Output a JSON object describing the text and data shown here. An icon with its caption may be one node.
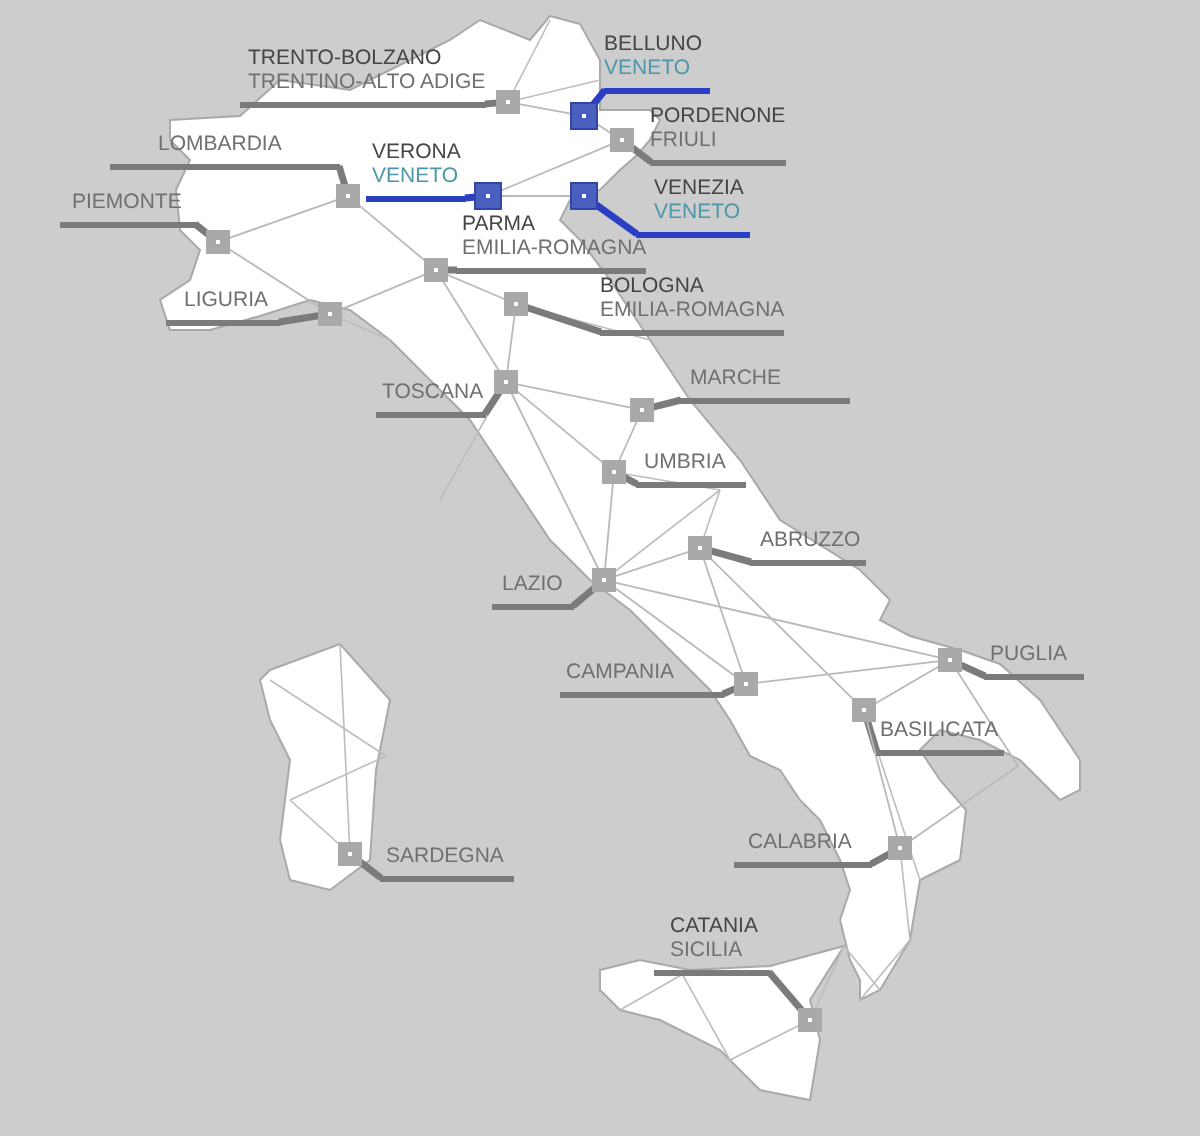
{
  "diagram": {
    "nodes": [
      {
        "text": [
          "TRENTO-BOLZANO",
          "TRENTINO-ALTO ADIGE"
        ]
      },
      {
        "text": [],
        "shape": "box"
      },
      {
        "text": [
          "BELLUNO",
          "VENETO"
        ]
      },
      {
        "text": [],
        "shape": "box"
      },
      {
        "text": [
          "PORDENONE",
          "FRIULI"
        ]
      },
      {
        "text": [],
        "shape": "box"
      },
      {
        "text": [
          "LOMBARDIA"
        ]
      },
      {
        "text": [],
        "shape": "box"
      },
      {
        "text": [
          "VERONA",
          "VENETO"
        ]
      },
      {
        "text": [],
        "shape": "box"
      },
      {
        "text": [
          "VENEZIA",
          "VENETO"
        ]
      },
      {
        "text": [],
        "shape": "box"
      },
      {
        "text": [
          "PIEMONTE"
        ]
      },
      {
        "text": [],
        "shape": "box"
      },
      {
        "text": [
          "PARMA",
          "EMILIA-ROMAGNA"
        ]
      },
      {
        "text": [],
        "shape": "box"
      },
      {
        "text": [
          "LIGURIA"
        ]
      },
      {
        "text": [],
        "shape": "box"
      },
      {
        "text": [
          "BOLOGNA",
          "EMILIA-ROMAGNA"
        ]
      },
      {
        "text": [],
        "shape": "box"
      },
      {
        "text": [
          "TOSCANA"
        ]
      },
      {
        "text": [],
        "shape": "box"
      },
      {
        "text": [
          "MARCHE"
        ]
      },
      {
        "text": [],
        "shape": "box"
      },
      {
        "text": [
          "UMBRIA"
        ]
      },
      {
        "text": [],
        "shape": "box"
      },
      {
        "text": [
          "ABRUZZO"
        ]
      },
      {
        "text": [],
        "shape": "box"
      },
      {
        "text": [
          "LAZIO"
        ]
      },
      {
        "text": [],
        "shape": "box"
      },
      {
        "text": [
          "CAMPANIA"
        ]
      },
      {
        "text": [],
        "shape": "box"
      },
      {
        "text": [
          "PUGLIA"
        ]
      },
      {
        "text": [],
        "shape": "box"
      },
      {
        "text": [
          "BASILICATA"
        ]
      },
      {
        "text": [],
        "shape": "box"
      },
      {
        "text": [
          "CALABRIA"
        ]
      },
      {
        "text": [],
        "shape": "box"
      },
      {
        "text": [
          "SARDEGNA"
        ]
      },
      {
        "text": [],
        "shape": "box"
      },
      {
        "text": [
          "CATANIA",
          "SICILIA"
        ]
      },
      {
        "text": [],
        "shape": "box"
      }
    ],
    "edges": [
      {
        "from": 0,
        "to": 1,
        "arrow": "none",
        "style": "thick"
      },
      {
        "from": 2,
        "to": 3,
        "arrow": "none",
        "style": "thick",
        "color": "#2b3fc4"
      },
      {
        "from": 4,
        "to": 5,
        "arrow": "none",
        "style": "thick"
      },
      {
        "from": 6,
        "to": 7,
        "arrow": "none",
        "style": "thick"
      },
      {
        "from": 8,
        "to": 9,
        "arrow": "none",
        "style": "thick",
        "color": "#2b3fc4"
      },
      {
        "from": 10,
        "to": 11,
        "arrow": "none",
        "style": "thick",
        "color": "#2b3fc4"
      },
      {
        "from": 12,
        "to": 13,
        "arrow": "none",
        "style": "thick"
      },
      {
        "from": 14,
        "to": 15,
        "arrow": "none",
        "style": "thick"
      },
      {
        "from": 16,
        "to": 17,
        "arrow": "none",
        "style": "thick"
      },
      {
        "from": 18,
        "to": 19,
        "arrow": "none",
        "style": "thick"
      },
      {
        "from": 20,
        "to": 21,
        "arrow": "none",
        "style": "thick"
      },
      {
        "from": 22,
        "to": 23,
        "arrow": "none",
        "style": "thick"
      },
      {
        "from": 24,
        "to": 25,
        "arrow": "none",
        "style": "thick"
      },
      {
        "from": 26,
        "to": 27,
        "arrow": "none",
        "style": "thick"
      },
      {
        "from": 28,
        "to": 29,
        "arrow": "none",
        "style": "thick"
      },
      {
        "from": 30,
        "to": 31,
        "arrow": "none",
        "style": "thick"
      },
      {
        "from": 32,
        "to": 33,
        "arrow": "none",
        "style": "thick"
      },
      {
        "from": 34,
        "to": 35,
        "arrow": "none",
        "style": "thick"
      },
      {
        "from": 36,
        "to": 37,
        "arrow": "none",
        "style": "thick"
      },
      {
        "from": 38,
        "to": 39,
        "arrow": "none",
        "style": "thick"
      },
      {
        "from": 40,
        "to": 41,
        "arrow": "none",
        "style": "thick"
      },
      {
        "from": 1,
        "to": 3,
        "arrow": "none",
        "color": "#b9b9b9"
      },
      {
        "from": 3,
        "to": 5,
        "arrow": "none",
        "color": "#b9b9b9"
      },
      {
        "from": 9,
        "to": 5,
        "arrow": "none",
        "color": "#b9b9b9"
      },
      {
        "from": 9,
        "to": 11,
        "arrow": "none",
        "color": "#b9b9b9"
      },
      {
        "from": 7,
        "to": 13,
        "arrow": "none",
        "color": "#b9b9b9"
      },
      {
        "from": 7,
        "to": 15,
        "arrow": "none",
        "color": "#b9b9b9"
      },
      {
        "from": 13,
        "to": 17,
        "arrow": "none",
        "color": "#b9b9b9"
      },
      {
        "from": 17,
        "to": 15,
        "arrow": "none",
        "color": "#b9b9b9"
      },
      {
        "from": 15,
        "to": 19,
        "arrow": "none",
        "color": "#b9b9b9"
      },
      {
        "from": 15,
        "to": 21,
        "arrow": "none",
        "color": "#b9b9b9"
      },
      {
        "from": 19,
        "to": 21,
        "arrow": "none",
        "color": "#b9b9b9"
      },
      {
        "from": 21,
        "to": 23,
        "arrow": "none",
        "color": "#b9b9b9"
      },
      {
        "from": 21,
        "to": 25,
        "arrow": "none",
        "color": "#b9b9b9"
      },
      {
        "from": 21,
        "to": 29,
        "arrow": "none",
        "color": "#b9b9b9"
      },
      {
        "from": 23,
        "to": 25,
        "arrow": "none",
        "color": "#b9b9b9"
      },
      {
        "from": 25,
        "to": 29,
        "arrow": "none",
        "color": "#b9b9b9"
      },
      {
        "from": 29,
        "to": 27,
        "arrow": "none",
        "color": "#b9b9b9"
      },
      {
        "from": 29,
        "to": 31,
        "arrow": "none",
        "color": "#b9b9b9"
      },
      {
        "from": 29,
        "to": 33,
        "arrow": "none",
        "color": "#b9b9b9"
      },
      {
        "from": 27,
        "to": 31,
        "arrow": "none",
        "color": "#b9b9b9"
      },
      {
        "from": 27,
        "to": 35,
        "arrow": "none",
        "color": "#b9b9b9"
      },
      {
        "from": 31,
        "to": 33,
        "arrow": "none",
        "color": "#b9b9b9"
      },
      {
        "from": 35,
        "to": 33,
        "arrow": "none",
        "color": "#b9b9b9"
      },
      {
        "from": 35,
        "to": 37,
        "arrow": "none",
        "color": "#b9b9b9"
      },
      {
        "from": 33,
        "to": 37,
        "arrow": "none",
        "color": "#b9b9b9"
      }
    ]
  }
}
